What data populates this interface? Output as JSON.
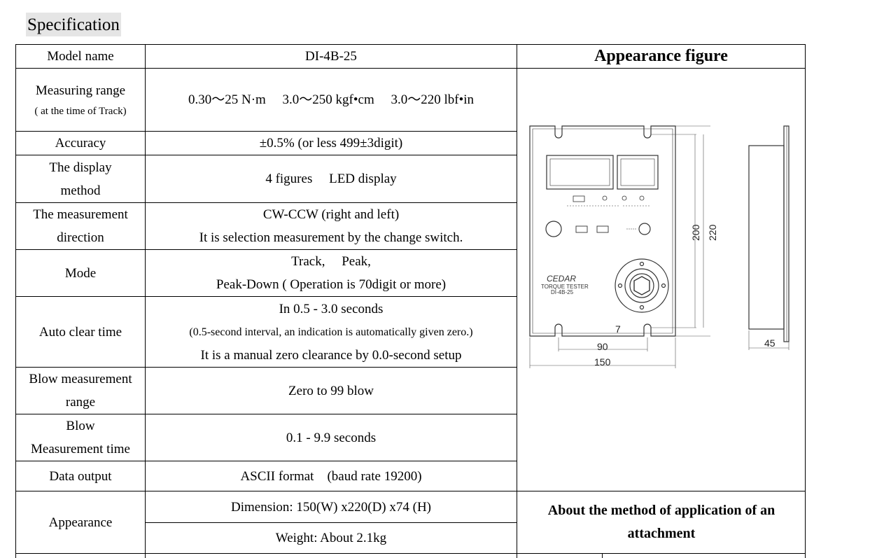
{
  "heading": "Specification",
  "spec_rows": [
    {
      "label": [
        "Measuring range",
        "( at the time of Track)"
      ],
      "value": [
        "0.30〜25 N·m  3.0〜250 kgf•cm  3.0〜220 lbf•in"
      ]
    },
    {
      "label": [
        "Accuracy"
      ],
      "value": [
        "±0.5% (or less 499±3digit)"
      ]
    },
    {
      "label": [
        "The display",
        "method"
      ],
      "value": [
        "4 figures  LED display"
      ]
    },
    {
      "label": [
        "The measurement",
        "direction"
      ],
      "value": [
        "CW-CCW (right and left)",
        "It is selection measurement by the change switch."
      ]
    },
    {
      "label": [
        "Mode"
      ],
      "value": [
        "Track,  Peak,",
        "Peak-Down ( Operation is 70digit or more)"
      ]
    },
    {
      "label": [
        "Auto clear time"
      ],
      "value": [
        "In 0.5 - 3.0 seconds",
        "(0.5-second interval, an indication is automatically given zero.)",
        "It is a manual zero clearance by 0.0-second setup"
      ]
    },
    {
      "label": [
        "Blow measurement",
        "range"
      ],
      "value": [
        "Zero to 99 blow"
      ]
    },
    {
      "label": [
        "Blow",
        "Measurement time"
      ],
      "value": [
        "0.1 - 9.9 seconds"
      ]
    },
    {
      "label": [
        "Data output"
      ],
      "value": [
        "ASCII format (baud rate 19200)"
      ]
    },
    {
      "label": [
        "Appearance"
      ],
      "value": [
        "Dimension: 150(W) x220(D) x74 (H)",
        "Weight: About 2.1kg"
      ]
    }
  ],
  "header_row": {
    "label": "Model name",
    "value": "DI-4B-25"
  },
  "appearance_figure": {
    "title": "Appearance figure",
    "brand": "CEDAR",
    "device_label_1": "TORQUE TESTER",
    "device_label_2": "DI-4B-25",
    "dims": {
      "w150": "150",
      "w90": "90",
      "h200": "200",
      "h220": "220",
      "slot": "7",
      "depth": "45"
    }
  },
  "attachment_note": "About the method of application of an attachment"
}
